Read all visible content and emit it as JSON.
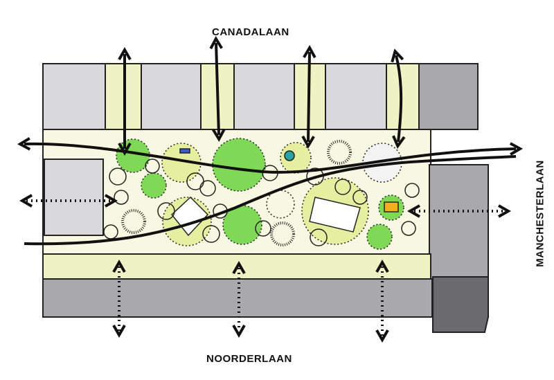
{
  "labels": {
    "north_street": "CANADALAAN",
    "south_street": "NOORDERLAAN",
    "east_street": "MANCHESTERLAAN"
  },
  "colors": {
    "paving": "#f6f8e2",
    "strip": "#eef3c4",
    "building_light": "#d9d9dc",
    "building_mid": "#a9a9ab",
    "building_dark": "#6b6b6d",
    "green_light": "#e4f0a0",
    "green_bright": "#7fd957"
  }
}
